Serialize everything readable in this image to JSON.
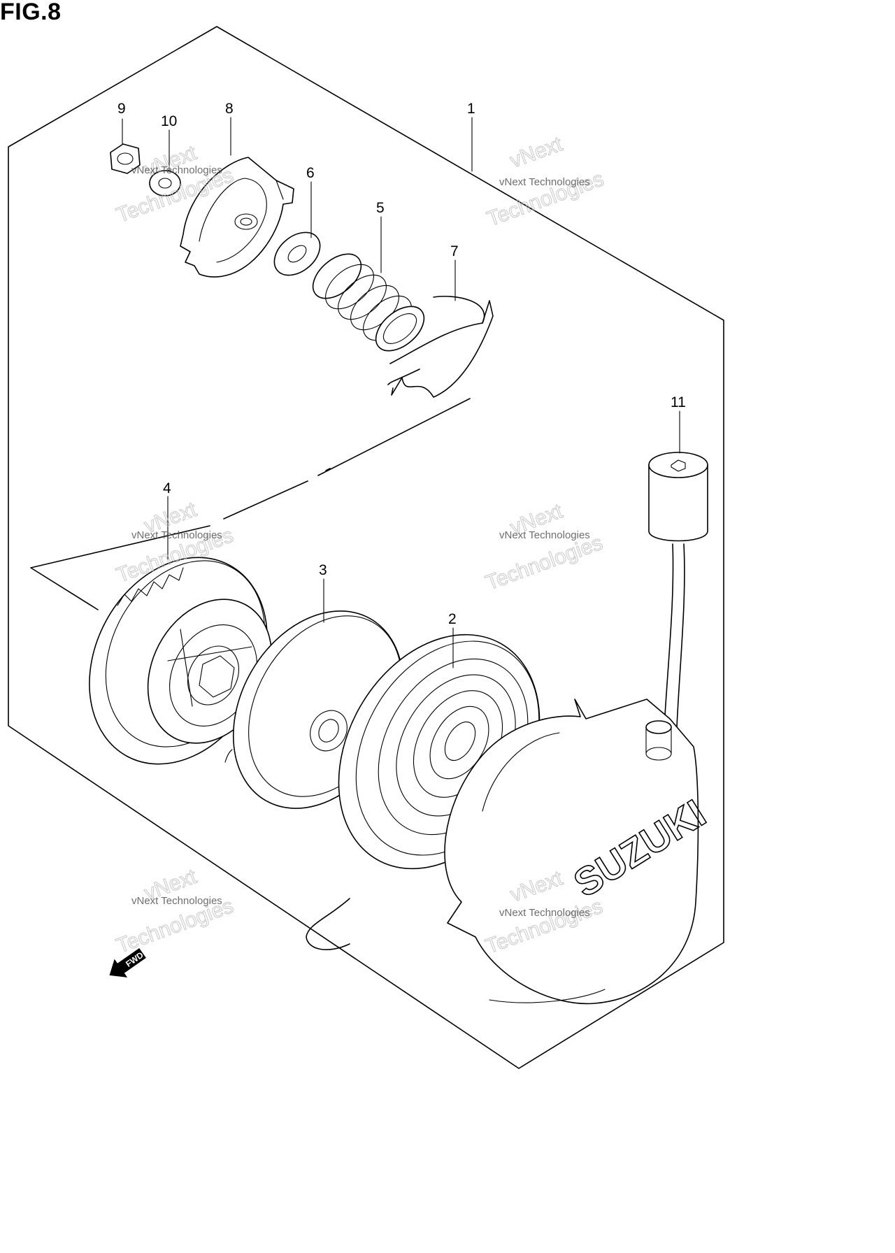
{
  "figure": {
    "title": "FIG.8"
  },
  "callouts": {
    "p1": "1",
    "p2": "2",
    "p3": "3",
    "p4": "4",
    "p5": "5",
    "p6": "6",
    "p7": "7",
    "p8": "8",
    "p9": "9",
    "p10": "10",
    "p11": "11"
  },
  "cover": {
    "brand": "SUZUKI"
  },
  "direction": {
    "label": "FWD"
  },
  "watermark": {
    "small": "vNext Technologies",
    "big_top": "vNext",
    "big_bottom": "Technologies"
  },
  "colors": {
    "line": "#000000",
    "watermark": "#bdbdbd",
    "background": "#ffffff"
  }
}
